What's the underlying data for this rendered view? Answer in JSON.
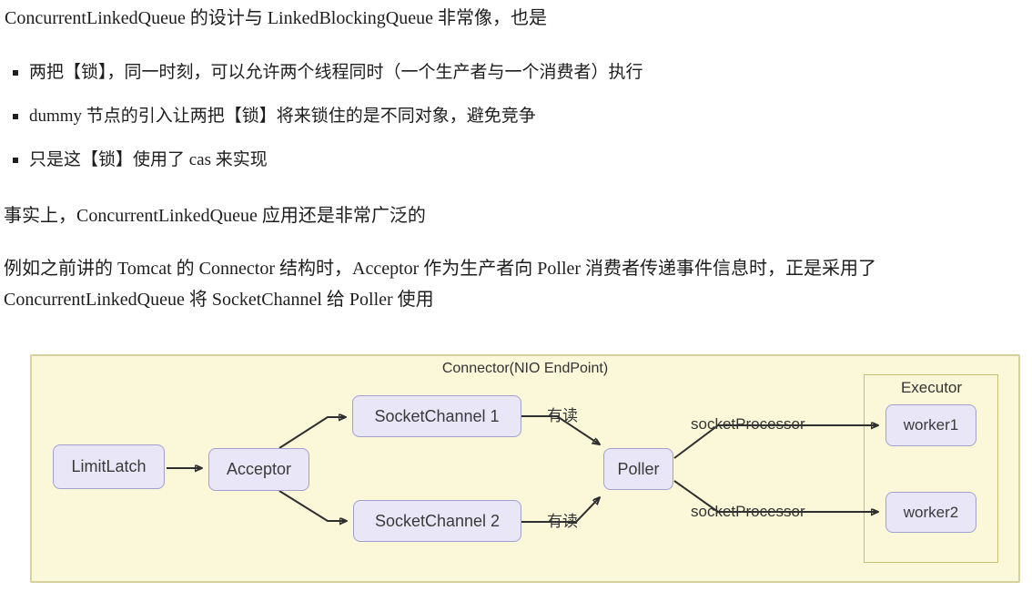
{
  "notes": {
    "heading": "ConcurrentLinkedQueue 的设计与 LinkedBlockingQueue 非常像，也是",
    "bullets": [
      "两把【锁】，同一时刻，可以允许两个线程同时（一个生产者与一个消费者）执行",
      "dummy 节点的引入让两把【锁】将来锁住的是不同对象，避免竞争",
      "只是这【锁】使用了 cas 来实现"
    ],
    "para1": "事实上，ConcurrentLinkedQueue 应用还是非常广泛的",
    "para2": "例如之前讲的 Tomcat 的 Connector 结构时，Acceptor 作为生产者向 Poller 消费者传递事件信息时，正是采用了 ConcurrentLinkedQueue 将 SocketChannel 给 Poller 使用"
  },
  "diagram": {
    "title": "Connector(NIO EndPoint)",
    "executor": {
      "label": "Executor"
    },
    "nodes": {
      "limitlatch": {
        "label": "LimitLatch"
      },
      "acceptor": {
        "label": "Acceptor"
      },
      "socketchannel1": {
        "label": "SocketChannel 1"
      },
      "socketchannel2": {
        "label": "SocketChannel 2"
      },
      "poller": {
        "label": "Poller"
      },
      "worker1": {
        "label": "worker1"
      },
      "worker2": {
        "label": "worker2"
      }
    },
    "edge_labels": {
      "read_top": "有读",
      "read_bottom": "有读",
      "socket_processor_top": "socketProcessor",
      "socket_processor_bottom": "socketProcessor"
    },
    "colors": {
      "panel_bg": "#fbf8da",
      "panel_border": "#d6d09c",
      "node_bg": "#e9e6f7",
      "node_border": "#a3a0d0",
      "executor_border": "#c6c271",
      "arrow": "#2f2f2f",
      "diagram_text": "#333333",
      "body_text": "#1e1e1e"
    }
  }
}
